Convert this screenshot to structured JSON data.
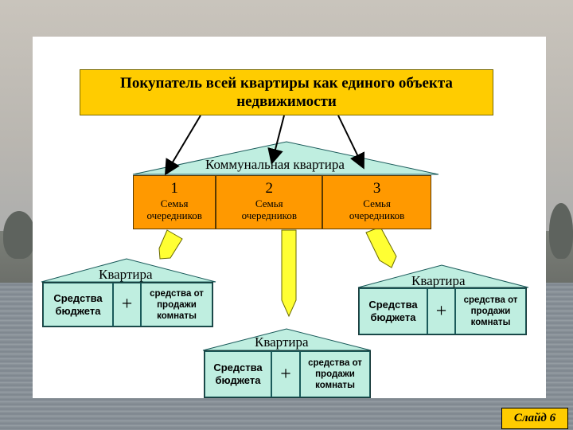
{
  "title": "Покупатель всей квартиры как единого объекта недвижимости",
  "communal": {
    "label": "Коммунальная квартира",
    "families": [
      {
        "number": "1",
        "line1": "Семья",
        "line2": "очередников"
      },
      {
        "number": "2",
        "line1": "Семья",
        "line2": "очередников"
      },
      {
        "number": "3",
        "line1": "Семья",
        "line2": "очередников"
      }
    ]
  },
  "apartments": [
    {
      "label": "Квартира",
      "funds": "Средства бюджета",
      "plus": "+",
      "sale": "средства от продажи комнаты"
    },
    {
      "label": "Квартира",
      "funds": "Средства бюджета",
      "plus": "+",
      "sale": "средства от продажи комнаты"
    },
    {
      "label": "Квартира",
      "funds": "Средства бюджета",
      "plus": "+",
      "sale": "средства от продажи комнаты"
    }
  ],
  "slide_label": "Слайд 6",
  "colors": {
    "title_fill": "#ffcc00",
    "family_fill": "#ff9900",
    "roof_fill": "#bfeee0",
    "arrow_fill": "#ffff33"
  }
}
